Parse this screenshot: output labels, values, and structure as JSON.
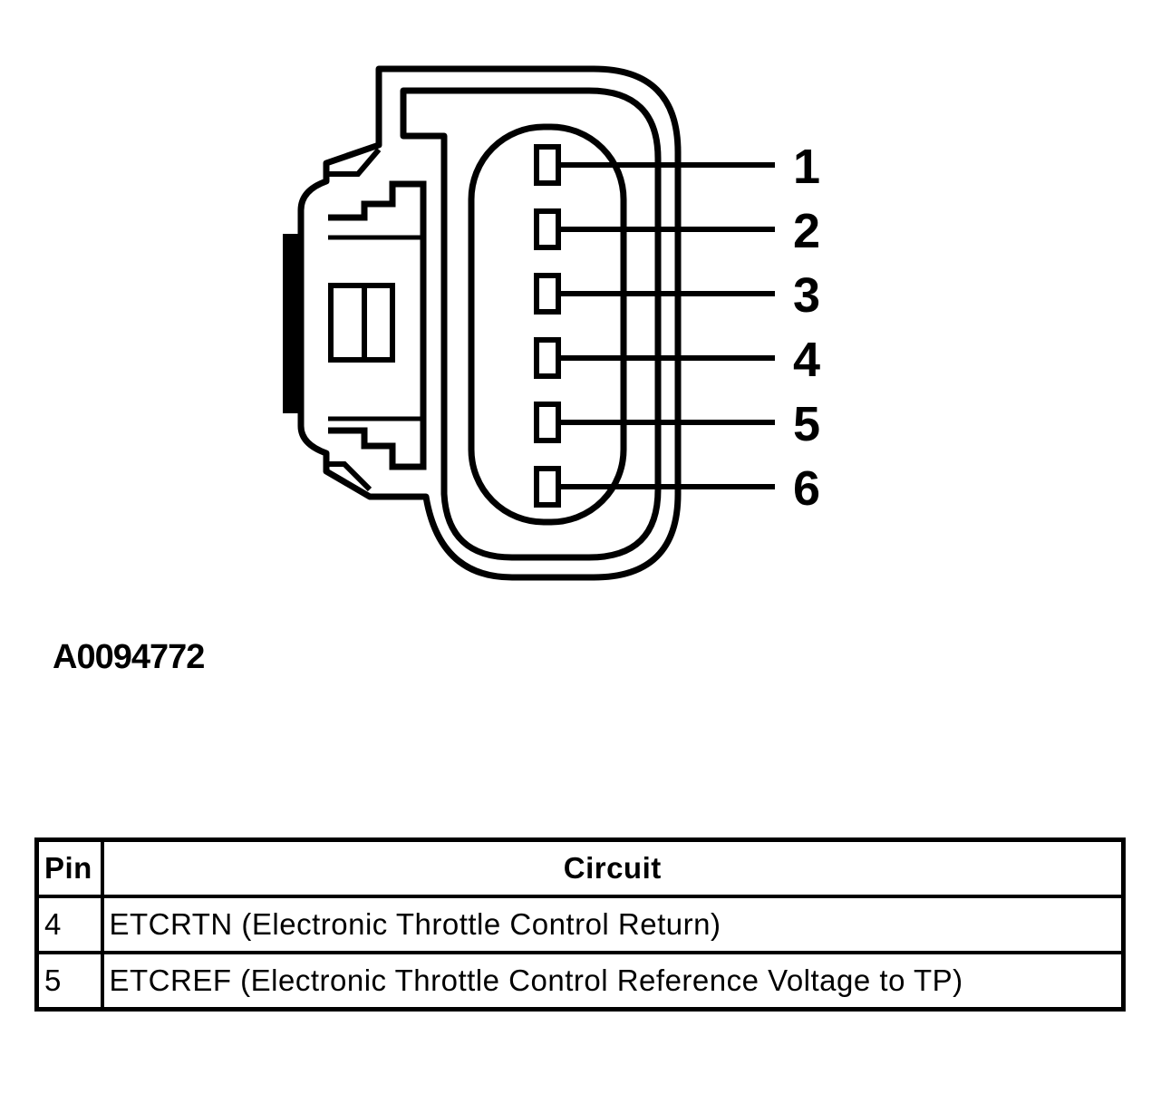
{
  "connector": {
    "pin_labels": [
      "1",
      "2",
      "3",
      "4",
      "5",
      "6"
    ]
  },
  "figure_id": "A0094772",
  "table": {
    "headers": {
      "pin": "Pin",
      "circuit": "Circuit"
    },
    "rows": [
      {
        "pin": "4",
        "circuit": "ETCRTN (Electronic Throttle Control Return)"
      },
      {
        "pin": "5",
        "circuit": "ETCREF (Electronic Throttle Control Reference Voltage to TP)"
      }
    ]
  }
}
